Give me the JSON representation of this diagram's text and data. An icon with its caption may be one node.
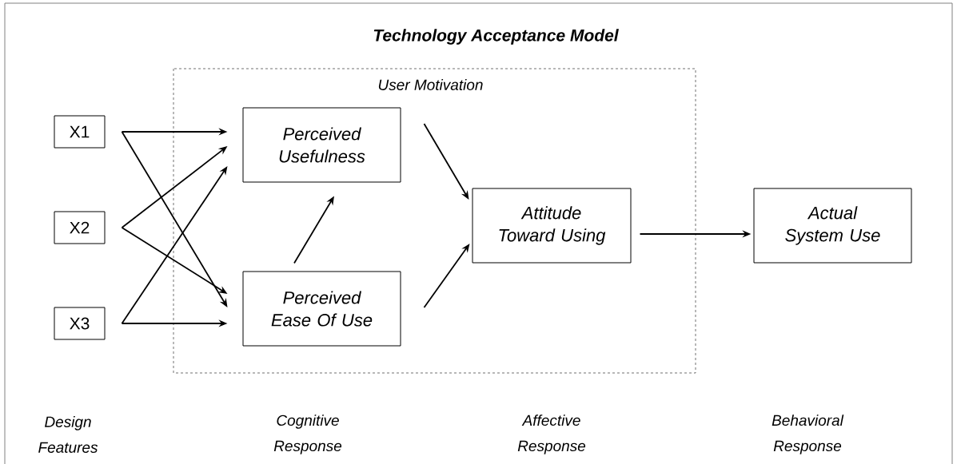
{
  "diagram": {
    "title": "Technology Acceptance Model",
    "nodes": [
      {
        "text": [
          "User Motivation"
        ]
      },
      {
        "text": [
          "X1"
        ]
      },
      {
        "text": [
          "X2"
        ]
      },
      {
        "text": [
          "X3"
        ]
      },
      {
        "text": [
          "Perceived Usefulness"
        ],
        "in": 0
      },
      {
        "text": [
          "Perceived Ease Of Use"
        ],
        "in": 0
      },
      {
        "text": [
          "Attitude Toward Using"
        ],
        "in": 0
      },
      {
        "text": [
          "Actual System Use"
        ]
      }
    ],
    "edges": [
      {
        "from": 1,
        "to": 4,
        "arrow": "to"
      },
      {
        "from": 1,
        "to": 5,
        "arrow": "to"
      },
      {
        "from": 2,
        "to": 4,
        "arrow": "to"
      },
      {
        "from": 2,
        "to": 5,
        "arrow": "to"
      },
      {
        "from": 3,
        "to": 4,
        "arrow": "to"
      },
      {
        "from": 3,
        "to": 5,
        "arrow": "to"
      },
      {
        "from": 5,
        "to": 4,
        "arrow": "to"
      },
      {
        "from": 4,
        "to": 6,
        "arrow": "to"
      },
      {
        "from": 5,
        "to": 6,
        "arrow": "to"
      },
      {
        "from": 6,
        "to": 7,
        "arrow": "to"
      }
    ],
    "labels": [
      "Design Features",
      "Cognitive Response",
      "Affective Response",
      "Behavioral Response"
    ]
  }
}
